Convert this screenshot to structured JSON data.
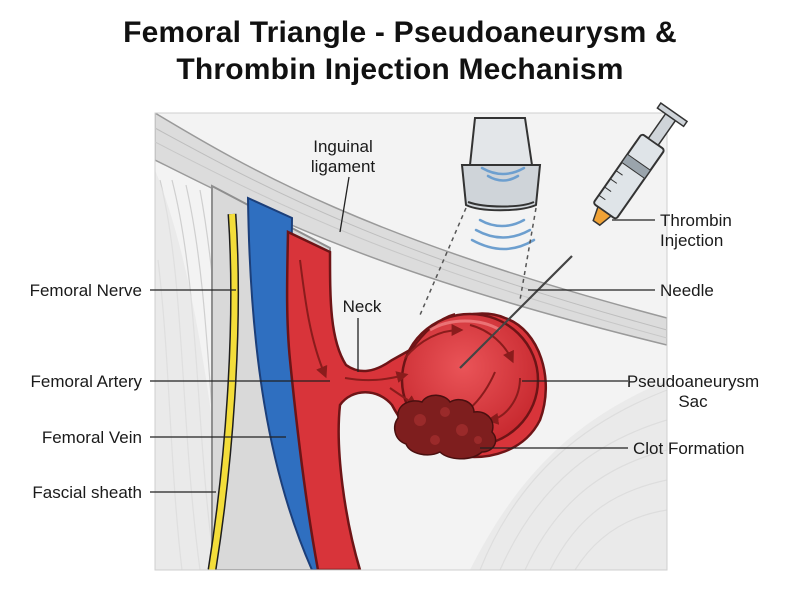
{
  "title": {
    "line1": "Femoral Triangle - Pseudoaneurysm &",
    "line2": "Thrombin Injection Mechanism"
  },
  "labels": {
    "inguinal_ligament": [
      "Inguinal",
      "ligament"
    ],
    "femoral_nerve": "Femoral Nerve",
    "femoral_artery": "Femoral Artery",
    "femoral_vein": "Femoral Vein",
    "fascial_sheath": "Fascial sheath",
    "neck": "Neck",
    "thrombin_injection": [
      "Thrombin",
      "Injection"
    ],
    "needle": "Needle",
    "pseudoaneurysm_sac": [
      "Pseudoaneurysm",
      "Sac"
    ],
    "clot_formation": "Clot Formation"
  },
  "colors": {
    "artery": "#d8343a",
    "vein": "#2f6fc0",
    "nerve": "#f3dd3a",
    "clot": "#7e1e1e",
    "syringe": "#dfe4e8",
    "ultrasound_waves": "#6d9fcf",
    "tissue": "#e9e9e9"
  }
}
